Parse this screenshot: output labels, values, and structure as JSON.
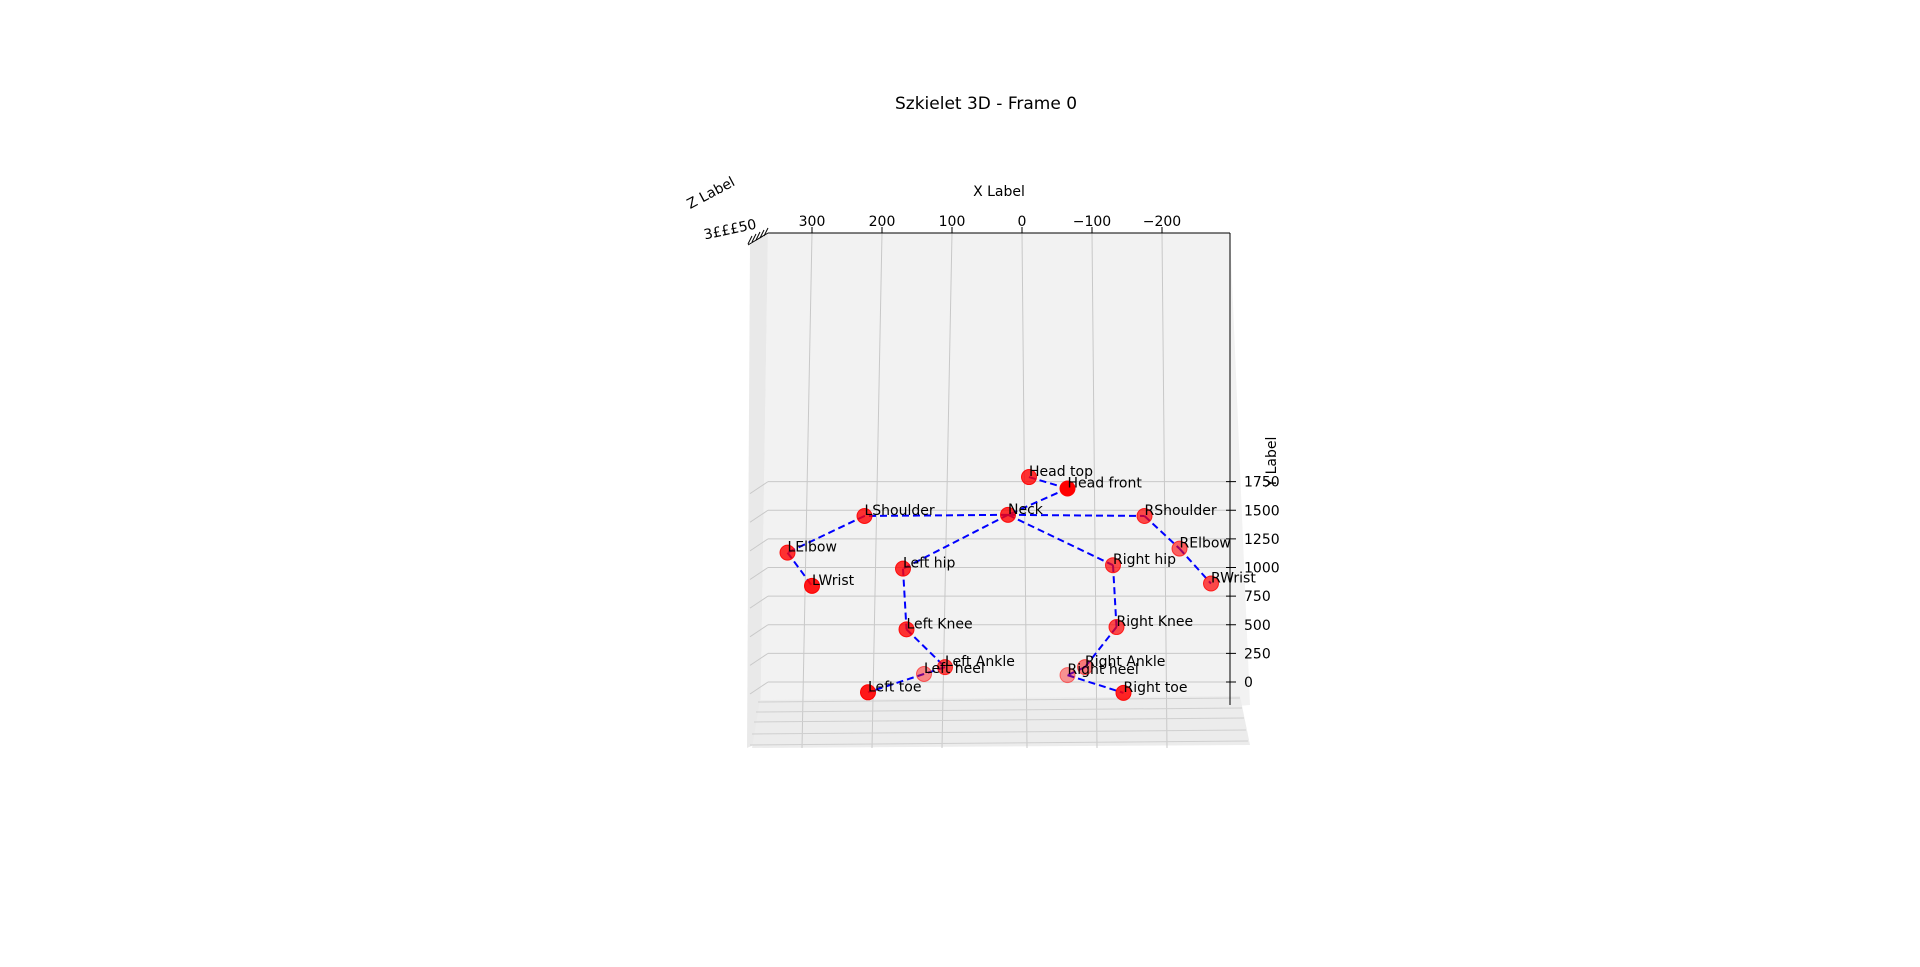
{
  "chart_data": {
    "type": "scatter",
    "projection": "3d",
    "title": "Szkielet 3D - Frame 0",
    "xlabel": "X Label",
    "ylabel": "Y Label",
    "zlabel": "Z Label",
    "x_ticks": [
      "300",
      "200",
      "100",
      "0",
      "−100",
      "−200"
    ],
    "y_ticks": [
      "0",
      "250",
      "500",
      "750",
      "1000",
      "1250",
      "1500",
      "1750"
    ],
    "z_tick_text": "3£££50",
    "xlim": [
      340,
      -300
    ],
    "ylim": [
      -60,
      1900
    ],
    "grid": true,
    "marker_color": "#ff0000",
    "bone_color": "#0000ff",
    "bone_style": "dashed",
    "points": [
      {
        "name": "Head top",
        "x": -10,
        "y": 1790,
        "alpha": 0.8
      },
      {
        "name": "Head front",
        "x": -65,
        "y": 1690,
        "alpha": 1.0
      },
      {
        "name": "Neck",
        "x": 20,
        "y": 1460,
        "alpha": 0.8
      },
      {
        "name": "LShoulder",
        "x": 225,
        "y": 1450,
        "alpha": 0.8
      },
      {
        "name": "RShoulder",
        "x": -175,
        "y": 1450,
        "alpha": 0.7
      },
      {
        "name": "LElbow",
        "x": 335,
        "y": 1130,
        "alpha": 0.8
      },
      {
        "name": "RElbow",
        "x": -225,
        "y": 1165,
        "alpha": 0.6
      },
      {
        "name": "LWrist",
        "x": 300,
        "y": 840,
        "alpha": 0.9
      },
      {
        "name": "RWrist",
        "x": -270,
        "y": 860,
        "alpha": 0.7
      },
      {
        "name": "Left hip",
        "x": 170,
        "y": 990,
        "alpha": 0.8
      },
      {
        "name": "Right hip",
        "x": -130,
        "y": 1020,
        "alpha": 0.7
      },
      {
        "name": "Left Knee",
        "x": 165,
        "y": 460,
        "alpha": 0.8
      },
      {
        "name": "Right Knee",
        "x": -135,
        "y": 480,
        "alpha": 0.7
      },
      {
        "name": "Left Ankle",
        "x": 110,
        "y": 130,
        "alpha": 0.7
      },
      {
        "name": "Right Ankle",
        "x": -90,
        "y": 130,
        "alpha": 0.5
      },
      {
        "name": "Left heel",
        "x": 140,
        "y": 70,
        "alpha": 0.45
      },
      {
        "name": "Right heel",
        "x": -65,
        "y": 60,
        "alpha": 0.4
      },
      {
        "name": "Left toe",
        "x": 220,
        "y": -90,
        "alpha": 0.9
      },
      {
        "name": "Right toe",
        "x": -145,
        "y": -95,
        "alpha": 0.85
      }
    ],
    "bones": [
      [
        "Head top",
        "Head front"
      ],
      [
        "Head front",
        "Neck"
      ],
      [
        "Neck",
        "LShoulder"
      ],
      [
        "Neck",
        "RShoulder"
      ],
      [
        "LShoulder",
        "LElbow"
      ],
      [
        "LElbow",
        "LWrist"
      ],
      [
        "RShoulder",
        "RElbow"
      ],
      [
        "RElbow",
        "RWrist"
      ],
      [
        "Neck",
        "Left hip"
      ],
      [
        "Neck",
        "Right hip"
      ],
      [
        "Left hip",
        "Left Knee"
      ],
      [
        "Left Knee",
        "Left Ankle"
      ],
      [
        "Left Ankle",
        "Left toe"
      ],
      [
        "Right hip",
        "Right Knee"
      ],
      [
        "Right Knee",
        "Right Ankle"
      ],
      [
        "Right Ankle",
        "Right heel"
      ],
      [
        "Right heel",
        "Right toe"
      ]
    ]
  }
}
